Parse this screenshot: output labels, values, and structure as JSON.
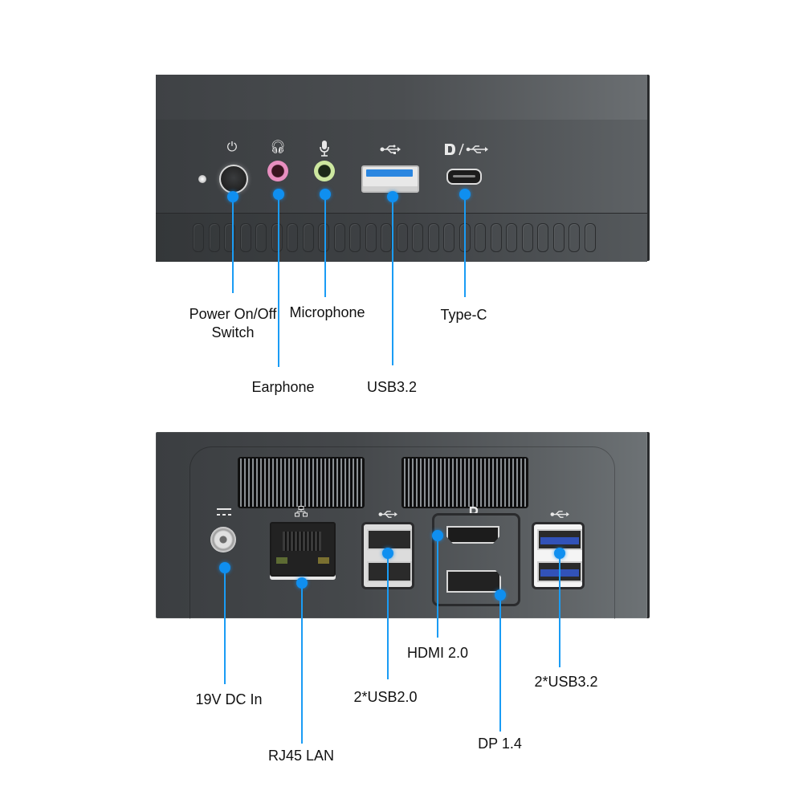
{
  "front_panel": {
    "icons": {
      "power": "power-icon",
      "headphones": "headphones-icon",
      "microphone": "microphone-icon",
      "usb": "usb-icon",
      "displayport_usb": "displayport-usb-icon"
    },
    "labels": {
      "power_line1": "Power On/Off",
      "power_line2": "Switch",
      "earphone": "Earphone",
      "microphone": "Microphone",
      "usb": "USB3.2",
      "typec": "Type-C"
    }
  },
  "back_panel": {
    "icons": {
      "dc": "dc-power-icon",
      "lan": "network-icon",
      "usb_left": "usb-icon",
      "displayport": "displayport-icon",
      "usb_right": "usb-icon"
    },
    "labels": {
      "dc_in": "19V DC In",
      "rj45": "RJ45 LAN",
      "usb2": "2*USB2.0",
      "hdmi": "HDMI 2.0",
      "dp": "DP 1.4",
      "usb3": "2*USB3.2"
    }
  },
  "colors": {
    "callout": "#1a9cf5",
    "device": "#45484b",
    "usb3_blue": "#2a86e0"
  }
}
